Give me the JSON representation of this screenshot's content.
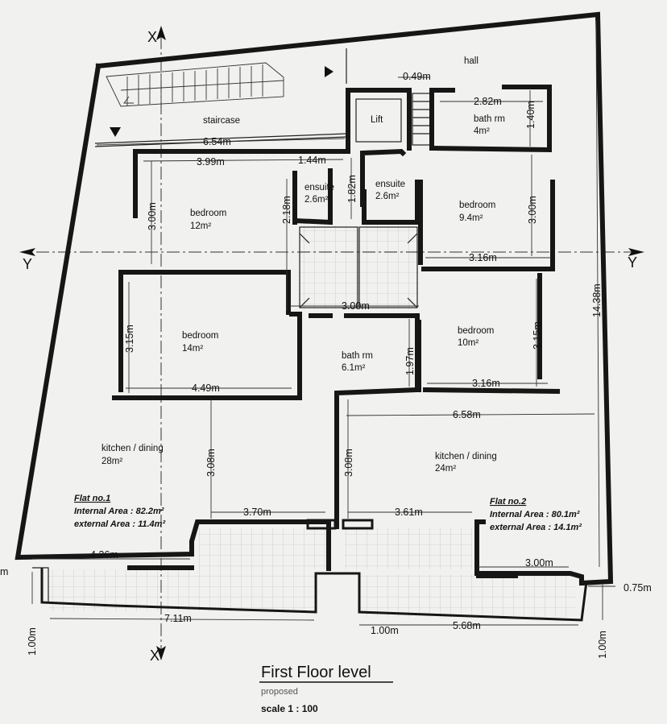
{
  "rooms": {
    "hall": "hall",
    "staircase": "staircase",
    "lift": "Lift",
    "bath_top_name": "bath rm",
    "bath_top_area": "4m²",
    "bedroom_tl_name": "bedroom",
    "bedroom_tl_area": "12m²",
    "ensuite_l_name": "ensuite",
    "ensuite_l_area": "2.6m²",
    "ensuite_r_name": "ensuite",
    "ensuite_r_area": "2.6m²",
    "bedroom_tr_name": "bedroom",
    "bedroom_tr_area": "9.4m²",
    "bedroom_ml_name": "bedroom",
    "bedroom_ml_area": "14m²",
    "bath_mid_name": "bath rm",
    "bath_mid_area": "6.1m²",
    "bedroom_mr_name": "bedroom",
    "bedroom_mr_area": "10m²",
    "kitchen_l_name": "kitchen  / dining",
    "kitchen_l_area": "28m²",
    "kitchen_r_name": "kitchen  / dining",
    "kitchen_r_area": "24m²"
  },
  "dimensions": {
    "d_0_49": "0.49m",
    "d_2_82": "2.82m",
    "d_1_40": "1.40m",
    "d_6_54": "6.54m",
    "d_3_99": "3.99m",
    "d_1_44": "1.44m",
    "d_1_82": "1.82m",
    "d_2_18": "2.18m",
    "d_3_00_a": "3.00m",
    "d_3_00_b": "3.00m",
    "d_3_16_a": "3.16m",
    "d_14_38": "14.38m",
    "d_3_00_c": "3.00m",
    "d_3_15_a": "3.15m",
    "d_4_49": "4.49m",
    "d_1_97": "1.97m",
    "d_3_15_b": "3.15m",
    "d_3_16_b": "3.16m",
    "d_6_58": "6.58m",
    "d_3_08_a": "3.08m",
    "d_3_08_b": "3.08m",
    "d_3_70": "3.70m",
    "d_3_61": "3.61m",
    "d_4_26": "4.26m",
    "d_3_00_d": "3.00m",
    "d_0_75": "0.75m",
    "d_7_11": "7.11m",
    "d_1_00_mid": "1.00m",
    "d_5_68": "5.68m",
    "d_1_00_left": "1.00m",
    "d_1_00_right": "1.00m",
    "d_m_cut": "m"
  },
  "axes": {
    "x_top": "X",
    "x_bottom": "X",
    "y_left": "Y",
    "y_right": "Y"
  },
  "flat1": {
    "name": "Flat no.1",
    "internal": "Internal Area : 82.2m²",
    "external": "external Area : 11.4m²"
  },
  "flat2": {
    "name": "Flat no.2",
    "internal": "Internal Area : 80.1m²",
    "external": "external Area : 14.1m²"
  },
  "title_block": {
    "title": "First Floor level",
    "subtitle": "proposed",
    "scale": "scale 1 : 100"
  },
  "colors": {
    "ink": "#161616",
    "paper": "#f1f1ef",
    "tile_lines": "#b9b9b9"
  }
}
